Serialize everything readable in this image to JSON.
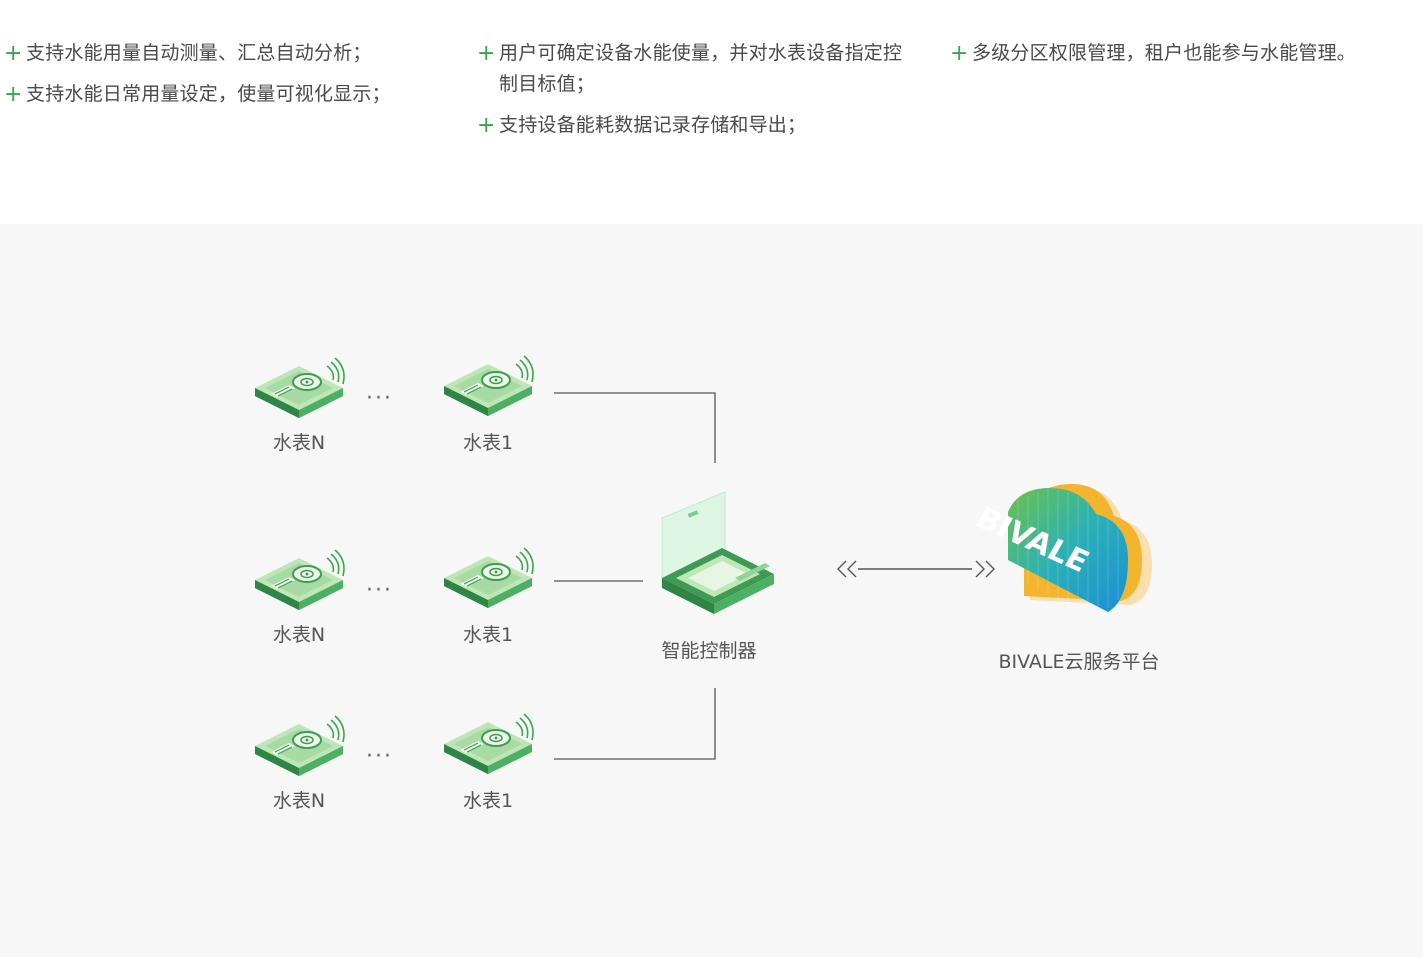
{
  "features": {
    "col1": [
      "支持水能用量自动测量、汇总自动分析；",
      "支持水能日常用量设定，使量可视化显示；"
    ],
    "col2": [
      "用户可确定设备水能使量，并对水表设备指定控制目标值；",
      "支持设备能耗数据记录存储和导出；"
    ],
    "col3": [
      "多级分区权限管理，租户也能参与水能管理。"
    ],
    "bullet_icon": "plus-icon",
    "accent_color": "#3aa64b"
  },
  "diagram": {
    "rows": [
      {
        "meter_left": "水表N",
        "meter_right": "水表1",
        "ellipsis": "···"
      },
      {
        "meter_left": "水表N",
        "meter_right": "水表1",
        "ellipsis": "···"
      },
      {
        "meter_left": "水表N",
        "meter_right": "水表1",
        "ellipsis": "···"
      }
    ],
    "controller_label": "智能控制器",
    "cloud_label": "BIVALE云服务平台",
    "cloud_logo_text": "BIVALE",
    "meter_icon": "water-meter-icon",
    "controller_icon": "smart-controller-icon",
    "cloud_icon": "cloud-platform-icon",
    "link_icon": "bidirectional-arrow-icon"
  }
}
